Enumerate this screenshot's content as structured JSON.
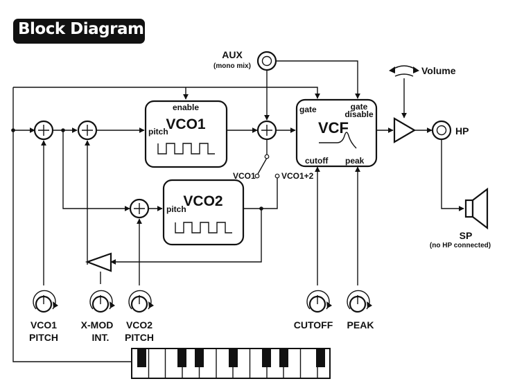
{
  "title": "Block Diagram",
  "aux": {
    "label": "AUX",
    "sublabel": "(mono mix)"
  },
  "vco1": {
    "name": "VCO1",
    "enable_label": "enable",
    "pitch_label": "pitch"
  },
  "vco2": {
    "name": "VCO2",
    "pitch_label": "pitch"
  },
  "vcf": {
    "name": "VCF",
    "gate_label": "gate",
    "gate_disable_label_1": "gate",
    "gate_disable_label_2": "disable",
    "cutoff_label": "cutoff",
    "peak_label": "peak"
  },
  "switch": {
    "vco1_label": "VCO1",
    "vco12_label": "VCO1+2"
  },
  "volume_label": "Volume",
  "hp_label": "HP",
  "sp": {
    "label": "SP",
    "sublabel": "(no HP connected)"
  },
  "knobs": {
    "vco1_pitch": [
      "VCO1",
      "PITCH"
    ],
    "xmod_int": [
      "X-MOD",
      "INT."
    ],
    "vco2_pitch": [
      "VCO2",
      "PITCH"
    ],
    "cutoff": "CUTOFF",
    "peak": "PEAK"
  },
  "colors": {
    "ink": "#111111",
    "paper": "#ffffff"
  }
}
